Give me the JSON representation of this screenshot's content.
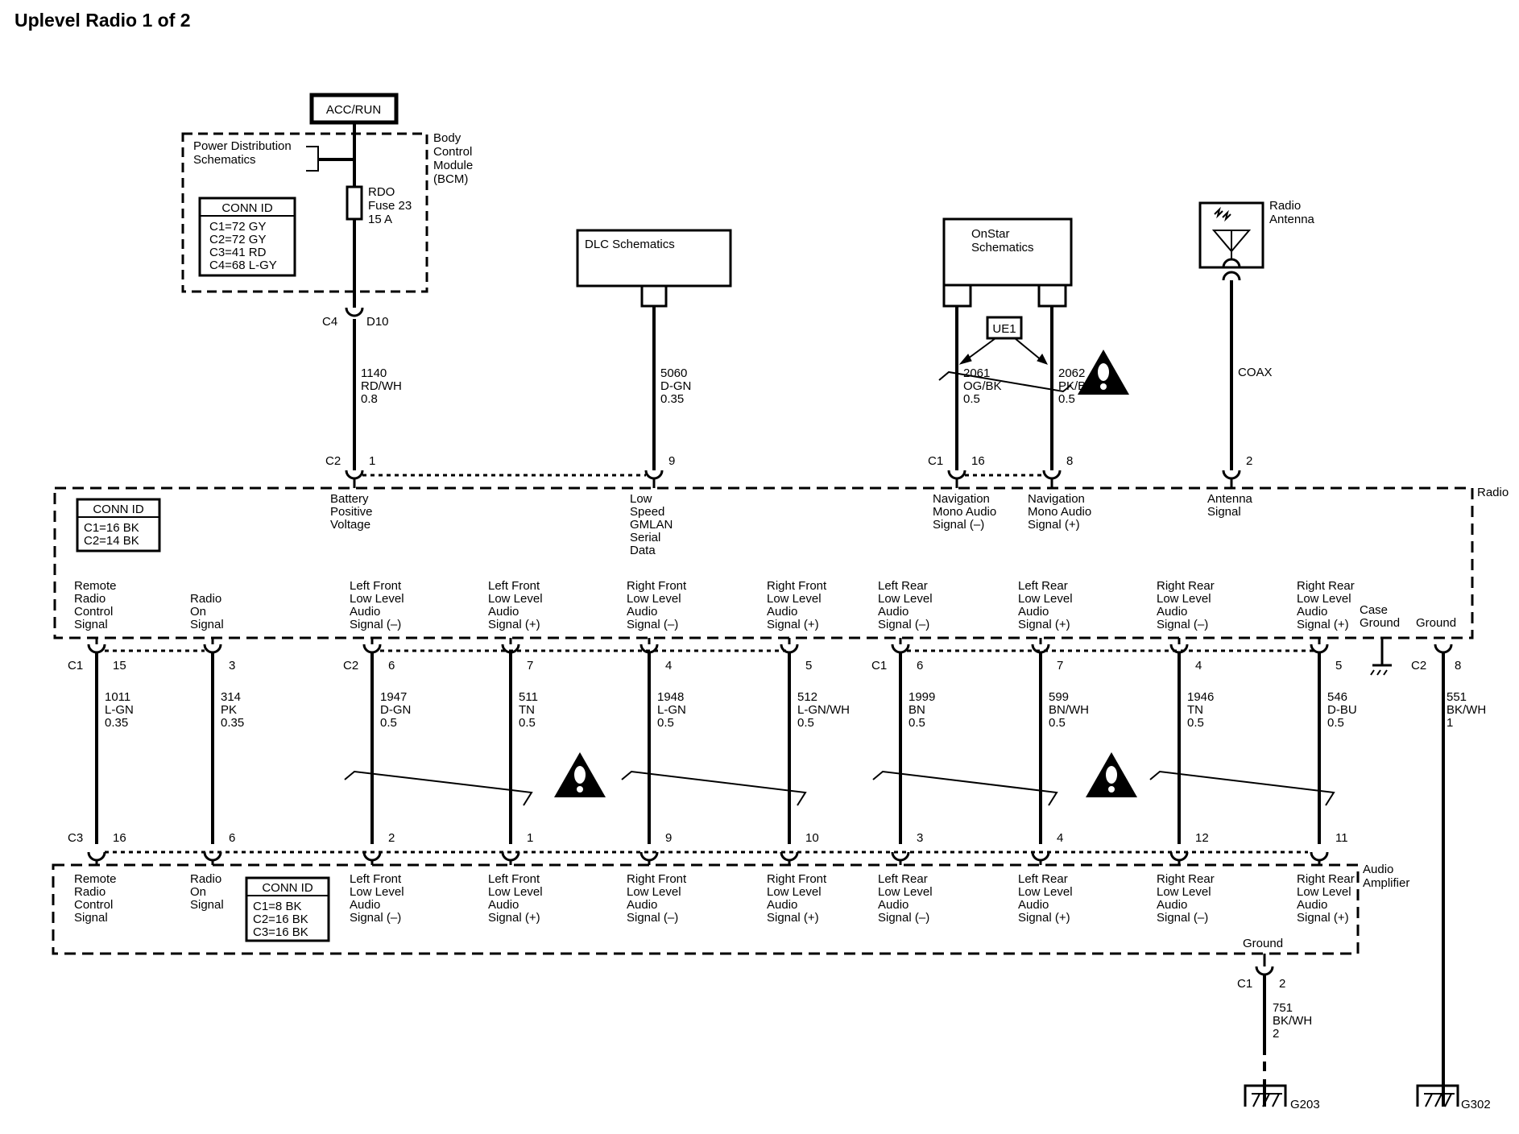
{
  "title": "Uplevel Radio 1 of 2",
  "top": {
    "acc_run": "ACC/RUN",
    "pds": [
      "Power Distribution",
      "Schematics"
    ],
    "bcm": [
      "Body",
      "Control",
      "Module",
      "(BCM)"
    ],
    "fuse": [
      "RDO",
      "Fuse 23",
      "15 A"
    ],
    "bcm_conn": {
      "header": "CONN ID",
      "rows": [
        "C1=72 GY",
        "C2=72 GY",
        "C3=41 RD",
        "C4=68 L-GY"
      ]
    },
    "bcm_pin": {
      "conn": "C4",
      "pin": "D10"
    },
    "dlc": "DLC Schematics",
    "onstar": [
      "OnStar",
      "Schematics"
    ],
    "ue1": "UE1",
    "antenna": [
      "Radio",
      "Antenna"
    ],
    "coax": "COAX"
  },
  "top_wires": [
    {
      "circuit": [
        "1140",
        "RD/WH",
        "0.8"
      ],
      "conn": "C2",
      "pin": "1",
      "label": [
        "Battery",
        "Positive",
        "Voltage"
      ]
    },
    {
      "circuit": [
        "5060",
        "D-GN",
        "0.35"
      ],
      "conn": "",
      "pin": "9",
      "label": [
        "Low",
        "Speed",
        "GMLAN",
        "Serial",
        "Data"
      ]
    },
    {
      "circuit": [
        "2061",
        "OG/BK",
        "0.5"
      ],
      "conn": "C1",
      "pin": "16",
      "label": [
        "Navigation",
        "Mono Audio",
        "Signal (–)"
      ]
    },
    {
      "circuit": [
        "2062",
        "PK/BK",
        "0.5"
      ],
      "conn": "",
      "pin": "8",
      "label": [
        "Navigation",
        "Mono Audio",
        "Signal (+)"
      ]
    },
    {
      "circuit": [],
      "conn": "",
      "pin": "2",
      "label": [
        "Antenna",
        "Signal"
      ]
    }
  ],
  "radio": {
    "name": "Radio",
    "conn": {
      "header": "CONN ID",
      "rows": [
        "C1=16 BK",
        "C2=14 BK"
      ]
    },
    "case_ground": [
      "Case",
      "Ground"
    ],
    "ground": "Ground"
  },
  "wires": [
    {
      "rlabel": [
        "Remote",
        "Radio",
        "Control",
        "Signal"
      ],
      "rconn": "C1",
      "rpin": "15",
      "circuit": [
        "1011",
        "L-GN",
        "0.35"
      ],
      "aconn": "C3",
      "apin": "16",
      "alabel": [
        "Remote",
        "Radio",
        "Control",
        "Signal"
      ]
    },
    {
      "rlabel": [
        "Radio",
        "On",
        "Signal"
      ],
      "rconn": "",
      "rpin": "3",
      "circuit": [
        "314",
        "PK",
        "0.35"
      ],
      "aconn": "",
      "apin": "6",
      "alabel": [
        "Radio",
        "On",
        "Signal"
      ]
    },
    {
      "rlabel": [
        "Left Front",
        "Low Level",
        "Audio",
        "Signal (–)"
      ],
      "rconn": "C2",
      "rpin": "6",
      "circuit": [
        "1947",
        "D-GN",
        "0.5"
      ],
      "aconn": "",
      "apin": "2",
      "alabel": [
        "Left Front",
        "Low Level",
        "Audio",
        "Signal (–)"
      ]
    },
    {
      "rlabel": [
        "Left Front",
        "Low Level",
        "Audio",
        "Signal (+)"
      ],
      "rconn": "",
      "rpin": "7",
      "circuit": [
        "511",
        "TN",
        "0.5"
      ],
      "aconn": "",
      "apin": "1",
      "alabel": [
        "Left Front",
        "Low Level",
        "Audio",
        "Signal (+)"
      ]
    },
    {
      "rlabel": [
        "Right Front",
        "Low Level",
        "Audio",
        "Signal (–)"
      ],
      "rconn": "",
      "rpin": "4",
      "circuit": [
        "1948",
        "L-GN",
        "0.5"
      ],
      "aconn": "",
      "apin": "9",
      "alabel": [
        "Right Front",
        "Low Level",
        "Audio",
        "Signal (–)"
      ]
    },
    {
      "rlabel": [
        "Right Front",
        "Low Level",
        "Audio",
        "Signal (+)"
      ],
      "rconn": "",
      "rpin": "5",
      "circuit": [
        "512",
        "L-GN/WH",
        "0.5"
      ],
      "aconn": "",
      "apin": "10",
      "alabel": [
        "Right Front",
        "Low Level",
        "Audio",
        "Signal (+)"
      ]
    },
    {
      "rlabel": [
        "Left Rear",
        "Low Level",
        "Audio",
        "Signal (–)"
      ],
      "rconn": "C1",
      "rpin": "6",
      "circuit": [
        "1999",
        "BN",
        "0.5"
      ],
      "aconn": "",
      "apin": "3",
      "alabel": [
        "Left Rear",
        "Low Level",
        "Audio",
        "Signal (–)"
      ]
    },
    {
      "rlabel": [
        "Left Rear",
        "Low Level",
        "Audio",
        "Signal (+)"
      ],
      "rconn": "",
      "rpin": "7",
      "circuit": [
        "599",
        "BN/WH",
        "0.5"
      ],
      "aconn": "",
      "apin": "4",
      "alabel": [
        "Left Rear",
        "Low Level",
        "Audio",
        "Signal (+)"
      ]
    },
    {
      "rlabel": [
        "Right Rear",
        "Low Level",
        "Audio",
        "Signal (–)"
      ],
      "rconn": "",
      "rpin": "4",
      "circuit": [
        "1946",
        "TN",
        "0.5"
      ],
      "aconn": "",
      "apin": "12",
      "alabel": [
        "Right Rear",
        "Low Level",
        "Audio",
        "Signal (–)"
      ]
    },
    {
      "rlabel": [
        "Right Rear",
        "Low Level",
        "Audio",
        "Signal (+)"
      ],
      "rconn": "",
      "rpin": "5",
      "circuit": [
        "546",
        "D-BU",
        "0.5"
      ],
      "aconn": "",
      "apin": "11",
      "alabel": [
        "Right Rear",
        "Low Level",
        "Audio",
        "Signal (+)"
      ]
    }
  ],
  "radio_ground": {
    "conn": "C2",
    "pin": "8",
    "circuit": [
      "551",
      "BK/WH",
      "1"
    ],
    "ground": "G302"
  },
  "amplifier": {
    "name": [
      "Audio",
      "Amplifier"
    ],
    "conn": {
      "header": "CONN ID",
      "rows": [
        "C1=8 BK",
        "C2=16 BK",
        "C3=16 BK"
      ]
    },
    "ground_label": "Ground",
    "ground": {
      "conn": "C1",
      "pin": "2",
      "circuit": [
        "751",
        "BK/WH",
        "2"
      ],
      "ground": "G203"
    }
  }
}
